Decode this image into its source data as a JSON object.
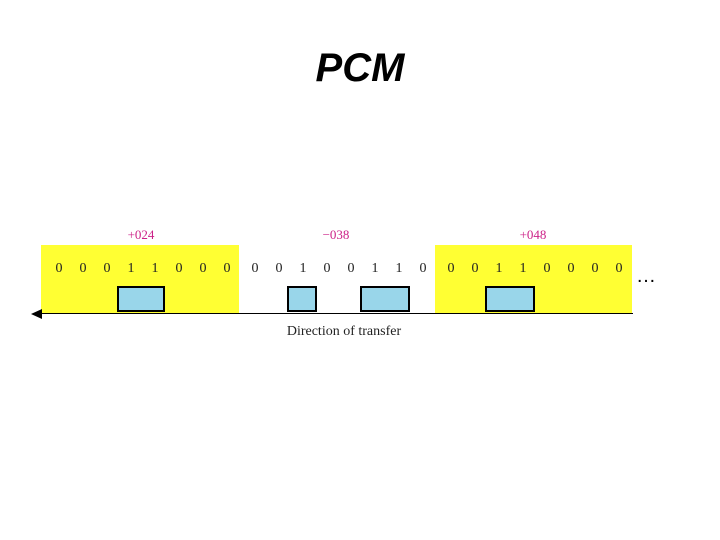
{
  "title": "PCM",
  "samples": [
    {
      "label": "+024",
      "bits": [
        "0",
        "0",
        "0",
        "1",
        "1",
        "0",
        "0",
        "0"
      ]
    },
    {
      "label": "−038",
      "bits": [
        "0",
        "0",
        "1",
        "0",
        "0",
        "1",
        "1",
        "0"
      ]
    },
    {
      "label": "+048",
      "bits": [
        "0",
        "0",
        "1",
        "1",
        "0",
        "0",
        "0",
        "0"
      ]
    }
  ],
  "ellipsis": "…",
  "caption": "Direction of transfer",
  "colors": {
    "highlight": "#ffff33",
    "pulse": "#99d6ea",
    "label": "#cc2288"
  }
}
